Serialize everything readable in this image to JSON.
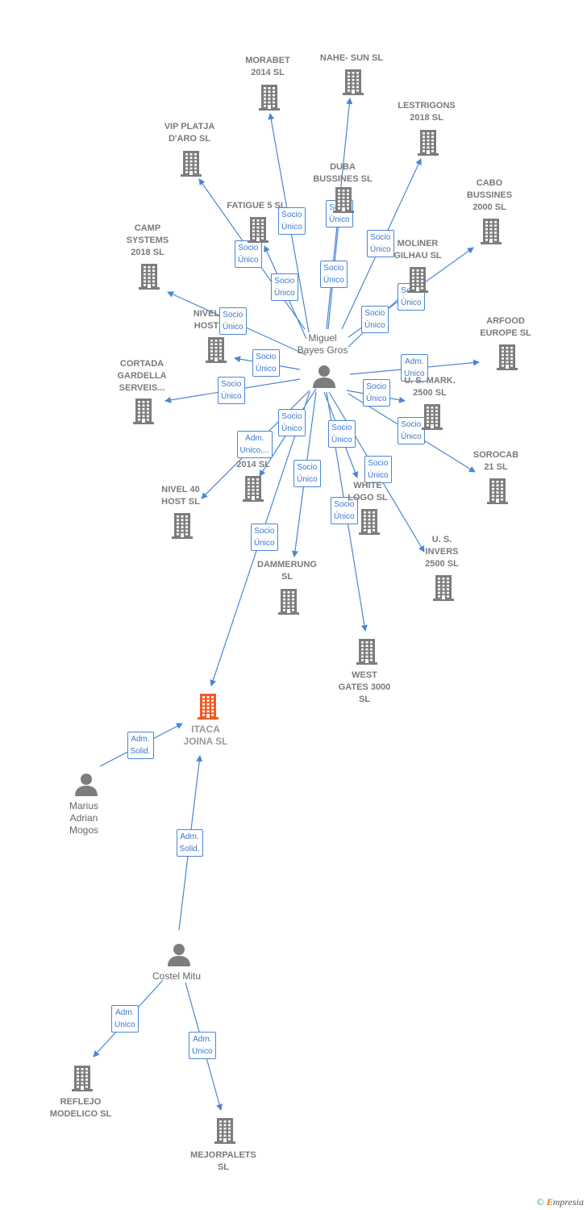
{
  "colors": {
    "edge": "#4a86d4",
    "building": "#7d7d7d",
    "focus": "#f15a24",
    "person": "#7d7d7d"
  },
  "nodes": [
    {
      "id": "miguel",
      "type": "person",
      "label": "Miguel\nBayes Gros"
    },
    {
      "id": "marius",
      "type": "person",
      "label": "Marius\nAdrian\nMogos"
    },
    {
      "id": "costel",
      "type": "person",
      "label": "Costel Mitu"
    },
    {
      "id": "itaca",
      "type": "focus",
      "label": "ITACA\nJOINA  SL"
    },
    {
      "id": "morabet",
      "type": "company",
      "label": "MORABET\n2014  SL"
    },
    {
      "id": "nahe",
      "type": "company",
      "label": "NAHE- SUN  SL"
    },
    {
      "id": "lestrigons",
      "type": "company",
      "label": "LESTRIGONS\n2018  SL"
    },
    {
      "id": "vip",
      "type": "company",
      "label": "VIP PLATJA\nD'ARO SL"
    },
    {
      "id": "duba",
      "type": "company",
      "label": "DUBA\nBUSSINES  SL"
    },
    {
      "id": "cabo",
      "type": "company",
      "label": "CABO\nBUSSINES\n2000  SL"
    },
    {
      "id": "fatigue",
      "type": "company",
      "label": "FATIGUE 5 SL"
    },
    {
      "id": "camp",
      "type": "company",
      "label": "CAMP\nSYSTEMS\n2018  SL"
    },
    {
      "id": "moliner",
      "type": "company",
      "label": "MOLINER\nGILHAU SL"
    },
    {
      "id": "nivel_host",
      "type": "company",
      "label": "NIVEL\nHOST"
    },
    {
      "id": "arfood",
      "type": "company",
      "label": "ARFOOD\nEUROPE  SL"
    },
    {
      "id": "cortada",
      "type": "company",
      "label": "CORTADA\nGARDELLA\nSERVEIS..."
    },
    {
      "id": "mark",
      "type": "company",
      "label": "U. S. MARK.\n2500  SL"
    },
    {
      "id": "sorocab",
      "type": "company",
      "label": "SOROCAB\n21  SL"
    },
    {
      "id": "y2014",
      "type": "company",
      "label": "2014  SL"
    },
    {
      "id": "nivel40",
      "type": "company",
      "label": "NIVEL 40\nHOST  SL"
    },
    {
      "id": "white",
      "type": "company",
      "label": "WHITE\nLOGO  SL"
    },
    {
      "id": "us_invers",
      "type": "company",
      "label": "U.  S.\nINVERS\n2500  SL"
    },
    {
      "id": "dammerung",
      "type": "company",
      "label": "DAMMERUNG\nSL"
    },
    {
      "id": "west",
      "type": "company",
      "label": "WEST\nGATES 3000\nSL"
    },
    {
      "id": "reflejo",
      "type": "company",
      "label": "REFLEJO\nMODELICO  SL"
    },
    {
      "id": "mejorpalets",
      "type": "company",
      "label": "MEJORPALETS\nSL"
    }
  ],
  "edges": [
    {
      "from": "miguel",
      "to": "morabet",
      "label": "Socio\nÚnico"
    },
    {
      "from": "miguel",
      "to": "nahe",
      "label": "Socio\nÚnico"
    },
    {
      "from": "miguel",
      "to": "lestrigons",
      "label": "Socio\nÚnico"
    },
    {
      "from": "miguel",
      "to": "vip",
      "label": "Socio\nÚnico"
    },
    {
      "from": "miguel",
      "to": "duba",
      "label": "Socio\nÚnico"
    },
    {
      "from": "miguel",
      "to": "cabo",
      "label": "Socio\nÚnico"
    },
    {
      "from": "miguel",
      "to": "fatigue",
      "label": "Socio\nÚnico"
    },
    {
      "from": "miguel",
      "to": "camp",
      "label": "Socio\nÚnico"
    },
    {
      "from": "miguel",
      "to": "moliner",
      "label": "Socio\nÚnico"
    },
    {
      "from": "miguel",
      "to": "nivel_host",
      "label": "Socio\nÚnico"
    },
    {
      "from": "miguel",
      "to": "arfood",
      "label": "Adm.\nUnico"
    },
    {
      "from": "miguel",
      "to": "cortada",
      "label": "Socio\nÚnico"
    },
    {
      "from": "miguel",
      "to": "mark",
      "label": "Socio\nÚnico"
    },
    {
      "from": "miguel",
      "to": "sorocab",
      "label": "Socio\nÚnico"
    },
    {
      "from": "miguel",
      "to": "y2014",
      "label": "Socio\nÚnico"
    },
    {
      "from": "miguel",
      "to": "nivel40",
      "label": "Adm.\nUnico,..."
    },
    {
      "from": "miguel",
      "to": "white",
      "label": "Socio\nÚnico"
    },
    {
      "from": "miguel",
      "to": "us_invers",
      "label": "Socio\nÚnico"
    },
    {
      "from": "miguel",
      "to": "dammerung",
      "label": "Socio\nÚnico"
    },
    {
      "from": "miguel",
      "to": "west",
      "label": "Socio\nÚnico"
    },
    {
      "from": "miguel",
      "to": "itaca",
      "label": "Socio\nÚnico"
    },
    {
      "from": "marius",
      "to": "itaca",
      "label": "Adm.\nSolid."
    },
    {
      "from": "costel",
      "to": "itaca",
      "label": "Adm.\nSolid."
    },
    {
      "from": "costel",
      "to": "reflejo",
      "label": "Adm.\nUnico"
    },
    {
      "from": "costel",
      "to": "mejorpalets",
      "label": "Adm.\nUnico"
    }
  ],
  "footer": {
    "copyright": "©",
    "brand": "mpresia",
    "brand_initial": "E"
  }
}
